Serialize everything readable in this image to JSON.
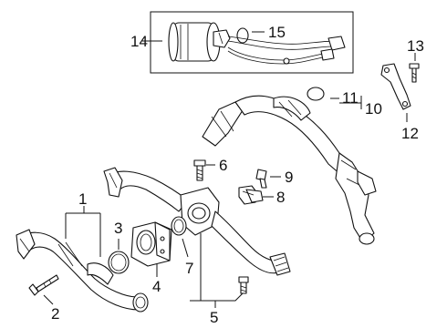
{
  "diagram": {
    "callouts": {
      "c1": "1",
      "c2": "2",
      "c3": "3",
      "c4": "4",
      "c5": "5",
      "c6": "6",
      "c7": "7",
      "c8": "8",
      "c9": "9",
      "c10": "10",
      "c11": "11",
      "c12": "12",
      "c13": "13",
      "c14": "14",
      "c15": "15"
    },
    "colors": {
      "line": "#111111",
      "background": "#ffffff"
    }
  }
}
